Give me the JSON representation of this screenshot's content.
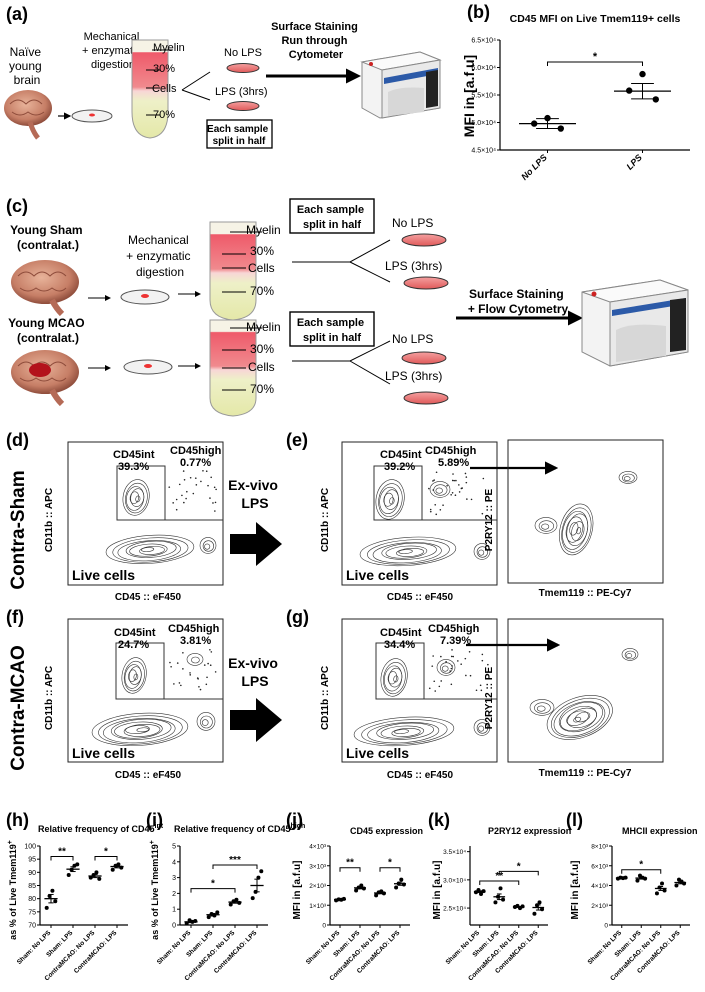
{
  "panels": {
    "a": {
      "label": "(a)",
      "brain_text": [
        "Naïve",
        "young",
        "brain"
      ],
      "digestion_text": [
        "Mechanical",
        "+ enzymatic",
        "digestion"
      ],
      "tube_layers": [
        "Myelin",
        "30%",
        "Cells",
        "70%"
      ],
      "no_lps": "No LPS",
      "lps": "LPS (3hrs)",
      "split_note": [
        "Each sample",
        "split in half"
      ],
      "staining": [
        "Surface Staining",
        "Run through",
        "Cytometer"
      ]
    },
    "b": {
      "label": "(b)",
      "title": "CD45 MFI on Live Tmem119+ cells",
      "ylabel": "MFI in [a.f.u]",
      "sig": "*"
    },
    "c": {
      "label": "(c)",
      "sham_label": [
        "Young Sham",
        "(contralat.)"
      ],
      "mcao_label": [
        "Young MCAO",
        "(contralat.)"
      ],
      "digestion_text": [
        "Mechanical",
        "+ enzymatic",
        "digestion"
      ],
      "tube_layers": [
        "Myelin",
        "30%",
        "Cells",
        "70%"
      ],
      "split_note": [
        "Each sample",
        "split in half"
      ],
      "no_lps": "No LPS",
      "lps": "LPS (3hrs)",
      "staining": [
        "Surface Staining",
        "+ Flow Cytometry"
      ]
    },
    "d": {
      "label": "(d)",
      "row_label": "Contra-Sham",
      "cd45int": [
        "CD45int",
        "39.3%"
      ],
      "cd45high": [
        "CD45high",
        "0.77%"
      ],
      "live": "Live cells",
      "xlabel": "CD45 :: eF450",
      "ylabel": "CD11b :: APC",
      "arrow": [
        "Ex-vivo",
        "LPS"
      ]
    },
    "e": {
      "label": "(e)",
      "cd45int": [
        "CD45int",
        "39.2%"
      ],
      "cd45high": [
        "CD45high",
        "5.89%"
      ],
      "live": "Live cells",
      "xlabel": "CD45 :: eF450",
      "ylabel": "CD11b :: APC",
      "x2label": "Tmem119 :: PE-Cy7",
      "y2label": "P2RY12 :: PE"
    },
    "f": {
      "label": "(f)",
      "row_label": "Contra-MCAO",
      "cd45int": [
        "CD45int",
        "24.7%"
      ],
      "cd45high": [
        "CD45high",
        "3.81%"
      ],
      "live": "Live cells",
      "xlabel": "CD45 :: eF450",
      "ylabel": "CD11b :: APC",
      "arrow": [
        "Ex-vivo",
        "LPS"
      ]
    },
    "g": {
      "label": "(g)",
      "cd45int": [
        "CD45int",
        "34.4%"
      ],
      "cd45high": [
        "CD45high",
        "7.39%"
      ],
      "live": "Live cells",
      "xlabel": "CD45 :: eF450",
      "ylabel": "CD11b :: APC",
      "x2label": "Tmem119 :: PE-Cy7",
      "y2label": "P2RY12 :: PE"
    },
    "h": {
      "label": "(h)",
      "title": "Relative frequency of CD45",
      "title_sup": "int",
      "ylabel": "as % of Live Tmem119",
      "ylabel_sup": "+"
    },
    "i": {
      "label": "(i)",
      "title": "Relative frequency of CD45",
      "title_sup": "high",
      "ylabel": "as % of Live Tmem119",
      "ylabel_sup": "+"
    },
    "j": {
      "label": "(j)",
      "title": "CD45 expression",
      "ylabel": "MFI in [a.f.u]"
    },
    "k": {
      "label": "(k)",
      "title": "P2RY12 expression",
      "ylabel": "MFI in [a.f.u]"
    },
    "l": {
      "label": "(l)",
      "title": "MHCII expression",
      "ylabel": "MFI in [a.f.u]"
    }
  },
  "chart_data": [
    {
      "panel": "b",
      "type": "scatter",
      "title": "CD45 MFI on Live Tmem119+ cells",
      "ylabel": "MFI in [a.f.u]",
      "categories": [
        "No LPS",
        "LPS"
      ],
      "ytick_labels": [
        "4.5×10⁴",
        "5.0×10⁴",
        "5.5×10⁴",
        "6.0×10⁴",
        "6.5×10⁴"
      ],
      "ylim": [
        45000,
        65000
      ],
      "yticks": [
        45000,
        50000,
        55000,
        60000,
        65000
      ],
      "points": [
        [
          50800,
          49800,
          48900
        ],
        [
          58800,
          55800,
          54200
        ]
      ],
      "means": [
        49800,
        55700
      ],
      "sems": [
        900,
        1400
      ],
      "sig": [
        {
          "from": 0,
          "to": 1,
          "label": "*",
          "y": 61000
        }
      ]
    },
    {
      "panel": "h",
      "type": "scatter",
      "title": "Relative frequency of CD45int",
      "ylabel": "as % of Live Tmem119+",
      "categories": [
        "Sham: No LPS",
        "Sham: LPS",
        "ContraMCAO: No LPS",
        "ContraMCAO: LPS"
      ],
      "ytick_labels": [
        "70",
        "75",
        "80",
        "85",
        "90",
        "95",
        "100"
      ],
      "ylim": [
        70,
        100
      ],
      "yticks": [
        70,
        75,
        80,
        85,
        90,
        95,
        100
      ],
      "points": [
        [
          76.5,
          81,
          83,
          79
        ],
        [
          89,
          91,
          92.5,
          93
        ],
        [
          88,
          89,
          90,
          87.5
        ],
        [
          91,
          92.5,
          93,
          91.8
        ]
      ],
      "means": [
        80,
        91.2,
        88.6,
        92.2
      ],
      "sems": [
        1.6,
        0.9,
        0.6,
        0.5
      ],
      "sig": [
        {
          "from": 0,
          "to": 1,
          "label": "**",
          "y": 96
        },
        {
          "from": 2,
          "to": 3,
          "label": "*",
          "y": 96
        }
      ]
    },
    {
      "panel": "i",
      "type": "scatter",
      "title": "Relative frequency of CD45high",
      "ylabel": "as % of Live Tmem119+",
      "categories": [
        "Sham: No LPS",
        "Sham: LPS",
        "ContraMCAO: No LPS",
        "ContraMCAO: LPS"
      ],
      "ytick_labels": [
        "0",
        "1",
        "2",
        "3",
        "4",
        "5"
      ],
      "ylim": [
        0,
        5
      ],
      "yticks": [
        0,
        1,
        2,
        3,
        4,
        5
      ],
      "points": [
        [
          0.1,
          0.3,
          0.2,
          0.25
        ],
        [
          0.5,
          0.7,
          0.6,
          0.8
        ],
        [
          1.3,
          1.5,
          1.6,
          1.4
        ],
        [
          1.7,
          2.1,
          3.0,
          3.4
        ]
      ],
      "means": [
        0.2,
        0.65,
        1.45,
        2.5
      ],
      "sems": [
        0.05,
        0.08,
        0.07,
        0.4
      ],
      "sig": [
        {
          "from": 0,
          "to": 2,
          "label": "*",
          "y": 2.3
        },
        {
          "from": 1,
          "to": 3,
          "label": "***",
          "y": 3.8
        }
      ]
    },
    {
      "panel": "j",
      "type": "scatter",
      "title": "CD45 expression",
      "ylabel": "MFI in [a.f.u]",
      "categories": [
        "Sham: No LPS",
        "Sham: LPS",
        "ContraMCAO: No LPS",
        "ContraMCAO: LPS"
      ],
      "ytick_labels": [
        "0",
        "1×10³",
        "2×10³",
        "3×10³",
        "4×10³"
      ],
      "ylim": [
        0,
        4000
      ],
      "yticks": [
        0,
        1000,
        2000,
        3000,
        4000
      ],
      "points": [
        [
          1250,
          1300,
          1280,
          1320
        ],
        [
          1750,
          1900,
          2000,
          1850
        ],
        [
          1500,
          1650,
          1700,
          1600
        ],
        [
          1900,
          2100,
          2300,
          2050
        ]
      ],
      "means": [
        1290,
        1880,
        1620,
        2090
      ],
      "sems": [
        20,
        50,
        40,
        80
      ],
      "sig": [
        {
          "from": 0,
          "to": 1,
          "label": "**",
          "y": 2900
        },
        {
          "from": 2,
          "to": 3,
          "label": "*",
          "y": 2900
        }
      ]
    },
    {
      "panel": "k",
      "type": "scatter",
      "title": "P2RY12 expression",
      "ylabel": "MFI in [a.f.u]",
      "categories": [
        "Sham: No LPS",
        "Sham: LPS",
        "ContraMCAO: No LPS",
        "ContraMCAO: LPS"
      ],
      "ytick_labels": [
        "2.5×10⁴",
        "3.0×10⁴",
        "3.5×10⁴"
      ],
      "ylim": [
        22000,
        36000
      ],
      "yticks": [
        25000,
        30000,
        35000
      ],
      "points": [
        [
          27800,
          28200,
          27500,
          28000
        ],
        [
          26000,
          27000,
          28500,
          26500
        ],
        [
          25200,
          25400,
          25000,
          25300
        ],
        [
          24000,
          25500,
          26000,
          24800
        ]
      ],
      "means": [
        27900,
        27000,
        25200,
        25100
      ],
      "sems": [
        150,
        500,
        80,
        450
      ],
      "sig": [
        {
          "from": 0,
          "to": 2,
          "label": "**",
          "y": 29800
        },
        {
          "from": 1,
          "to": 3,
          "label": "*",
          "y": 31500
        }
      ]
    },
    {
      "panel": "l",
      "type": "scatter",
      "title": "MHCII expression",
      "ylabel": "MFI in [a.f.u]",
      "categories": [
        "Sham: No LPS",
        "Sham: LPS",
        "ContraMCAO: No LPS",
        "ContraMCAO: LPS"
      ],
      "ytick_labels": [
        "0",
        "2×10³",
        "4×10³",
        "6×10³",
        "8×10³"
      ],
      "ylim": [
        0,
        8000
      ],
      "yticks": [
        0,
        2000,
        4000,
        6000,
        8000
      ],
      "points": [
        [
          4700,
          4800,
          4750,
          4800
        ],
        [
          4500,
          5000,
          4800,
          4700
        ],
        [
          3200,
          3800,
          4200,
          3500
        ],
        [
          4000,
          4600,
          4400,
          4200
        ]
      ],
      "means": [
        4760,
        4750,
        3700,
        4300
      ],
      "sems": [
        25,
        100,
        200,
        130
      ],
      "sig": [
        {
          "from": 0,
          "to": 2,
          "label": "*",
          "y": 5600
        }
      ]
    }
  ]
}
